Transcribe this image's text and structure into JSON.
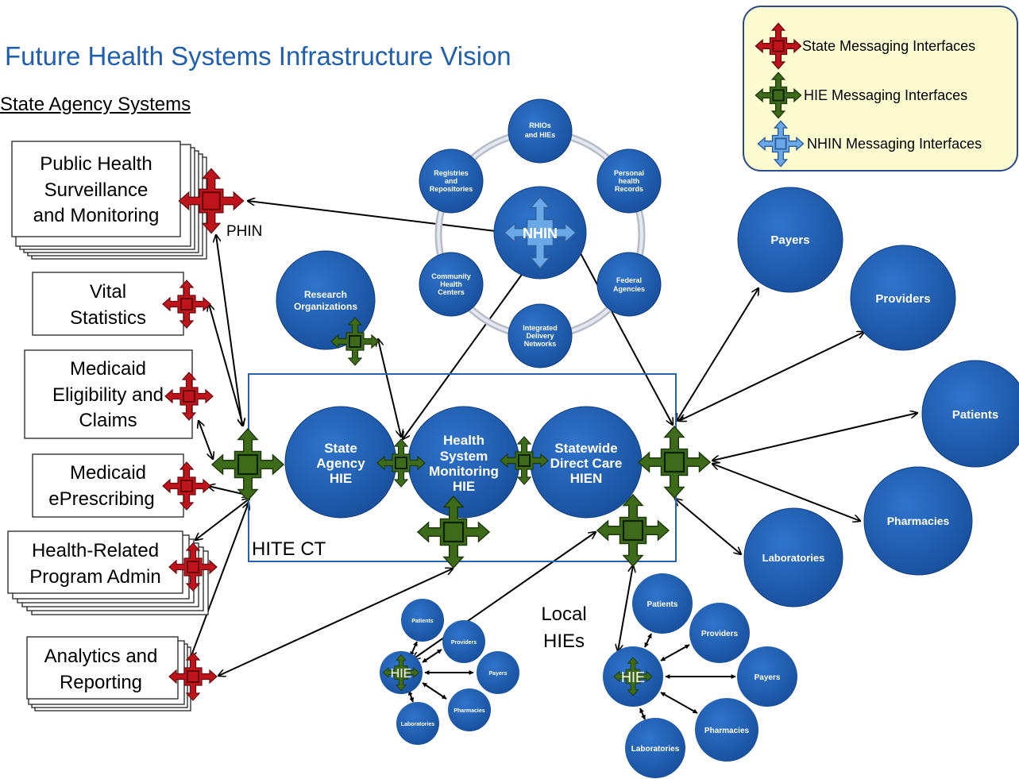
{
  "title": "Future Health Systems Infrastructure Vision",
  "section_label": "State Agency Systems",
  "legend": {
    "state": "State Messaging Interfaces",
    "hie": "HIE Messaging Interfaces",
    "nhin": "NHIN Messaging Interfaces"
  },
  "colors": {
    "red": "#c0141c",
    "green": "#3d6b1a",
    "lightblue": "#6aa8e8",
    "circle": "#1c5cb0",
    "legend_bg": "#fdfcd0"
  },
  "state_systems": {
    "phs": [
      "Public Health",
      "Surveillance",
      "and Monitoring"
    ],
    "vital": [
      "Vital",
      "Statistics"
    ],
    "med_claims": [
      "Medicaid",
      "Eligibility and",
      "Claims"
    ],
    "med_erx": [
      "Medicaid",
      "ePrescribing"
    ],
    "health_prog": [
      "Health-Related",
      "Program Admin"
    ],
    "analytics": [
      "Analytics and",
      "Reporting"
    ]
  },
  "phin": "PHIN",
  "nhin": {
    "center": "NHIN",
    "rhios": [
      "RHIOs",
      "and HIEs"
    ],
    "phr": [
      "Personal",
      "health",
      "Records"
    ],
    "federal": [
      "Federal",
      "Agencies"
    ],
    "idn": [
      "Integrated",
      "Delivery",
      "Networks"
    ],
    "chc": [
      "Community",
      "Health",
      "Centers"
    ],
    "registries": [
      "Registries",
      "and",
      "Repositories"
    ]
  },
  "research": [
    "Research",
    "Organizations"
  ],
  "hite": {
    "label": "HITE CT",
    "state_hie": [
      "State",
      "Agency",
      "HIE"
    ],
    "monitor": [
      "Health",
      "System",
      "Monitoring",
      "HIE"
    ],
    "direct": [
      "Statewide",
      "Direct Care",
      "HIEN"
    ]
  },
  "stakeholders": {
    "payers": "Payers",
    "providers": "Providers",
    "patients": "Patients",
    "pharmacies": "Pharmacies",
    "labs": "Laboratories"
  },
  "local": {
    "label": [
      "Local",
      "HIEs"
    ],
    "hub": "HIE",
    "patients": "Patients",
    "providers": "Providers",
    "payers": "Payers",
    "pharmacies": "Pharmacies",
    "labs": "Laboratories"
  }
}
